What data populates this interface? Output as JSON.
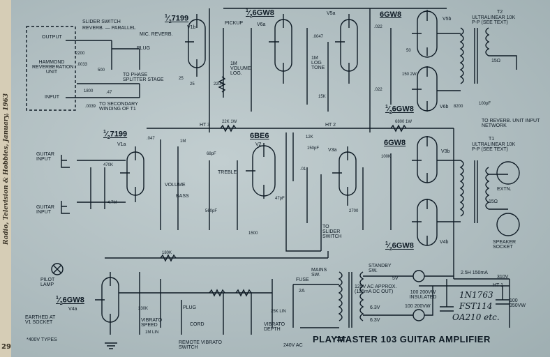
{
  "page": {
    "side_caption": "Radio, Television & Hobbies, January, 1963",
    "page_number": "29",
    "title": "PLAYMASTER 103 GUITAR AMPLIFIER"
  },
  "tubes": {
    "v1b": {
      "designation": "7199",
      "fraction": "1/2",
      "section": "V1b"
    },
    "v6a": {
      "designation": "6GW8",
      "fraction": "1/2",
      "section": "V6a"
    },
    "v5a": {
      "designation": "",
      "section": "V5a"
    },
    "v5b": {
      "designation": "6GW8",
      "section": "V5b"
    },
    "v6b": {
      "designation": "6GW8",
      "fraction": "1/2",
      "section": "V6b"
    },
    "v1a": {
      "designation": "7199",
      "fraction": "1/2",
      "section": "V1a"
    },
    "v2": {
      "designation": "6BE6",
      "section": "V2"
    },
    "v3a": {
      "designation": "",
      "section": "V3a"
    },
    "v3b": {
      "designation": "6GW8",
      "section": "V3b"
    },
    "v4b": {
      "designation": "6GW8",
      "fraction": "1/2",
      "section": "V4b"
    },
    "v4a": {
      "designation": "6GW8",
      "fraction": "1/2",
      "section": "V4a"
    }
  },
  "reverb": {
    "box_label": "HAMMOND REVERBERATION UNIT",
    "output": "OUTPUT",
    "input": "INPUT",
    "slider_switch": "SLIDER SWITCH",
    "reverb_parallel": "REVERB. — PARALLEL",
    "mic_reverb": "MIC. REVERB.",
    "plug": "PLUG",
    "to_phase_splitter": "TO PHASE SPLITTER STAGE",
    "to_secondary": "TO SECONDARY WINDING OF T1",
    "pickup": "PICKUP"
  },
  "inputs": {
    "guitar_input_1": "GUITAR INPUT",
    "guitar_input_2": "GUITAR INPUT",
    "pilot_lamp": "PILOT LAMP",
    "earthed": "EARTHED AT V1 SOCKET",
    "note_400v": "*400V TYPES"
  },
  "transformers": {
    "t2": "T2",
    "t2_desc": "ULTRALINEAR 10K P-P (SEE TEXT)",
    "t1": "T1",
    "t1_desc": "ULTRALINEAR 10K P-P (SEE TEXT)",
    "to_reverb_network": "TO REVERB. UNIT INPUT NETWORK",
    "extn": "EXTN.",
    "speaker_socket": "SPEAKER SOCKET",
    "ohm15a": "15Ω",
    "ohm15b": "15Ω"
  },
  "power": {
    "mains_sw": "MAINS SW.",
    "fuse": "FUSE",
    "fuse_rating": "2A",
    "standby_sw": "STANDBY SW.",
    "ac_in": "240V AC",
    "hv": "125V AC APPROX. (125mA DC OUT)",
    "heater1": "6.3V",
    "heater2": "6.3V",
    "hv_sec": "5V",
    "diode1": "1N1763",
    "diode2": "FST114",
    "diode3": "OA210 etc.",
    "choke": "2.5H 150mA",
    "v310": "310V",
    "ht1": "HT 1",
    "ht2": "HT 2",
    "ht3": "HT 3",
    "caps_insulated": "100 200VW INSULATED",
    "cap_100_200": "100 200VW",
    "cap_100_350": "100 350VW"
  },
  "controls": {
    "volume_log": "1M VOLUME LOG.",
    "tone_log": "1M LOG TONE",
    "bass": "BASS",
    "treble": "TREBLE",
    "volume": "VOLUME",
    "vibrato_speed": "VIBRATO SPEED",
    "vibrato_depth": "VIBRATO DEPTH",
    "vibrato_switch": "REMOTE VIBRATO SWITCH",
    "slider_switch2": "TO SLIDER SWITCH",
    "plug2": "PLUG",
    "cord": "CORD"
  },
  "components": {
    "r_220k_a": "220K",
    "r_22k_1w": "22K 1W",
    "r_6800_1w": "6800 1W",
    "r_180k": "180K",
    "c_68pf": "68pF",
    "c_560pf": "560pF",
    "c_047": ".047",
    "c_022a": ".022",
    "c_022b": ".022",
    "c_0047": ".0047",
    "c_150pf": "150pF",
    "r_1m": "1M",
    "r_470k": "470K",
    "r_47m": "4.7M",
    "r_2700": "2700",
    "r_100k": "100K",
    "r_12k": "12K",
    "r_15k": "15K",
    "r_8200": "8200",
    "c_100pf": "100pF",
    "r_1500": "1500",
    "r_330k": "330K",
    "r_25k_lin": "25K LIN",
    "r_1m_lin": "1M LIN",
    "r_1800": "1800",
    "r_2200": "2200",
    "c_0033": ".0033",
    "c_0039": ".0039",
    "c_47": ".47",
    "r_25": "25",
    "r_50": "50",
    "r_150_2w": "150 2W",
    "r_500": "500",
    "c_25": "25",
    "c_01": ".01",
    "c_47pf": "47pF"
  }
}
